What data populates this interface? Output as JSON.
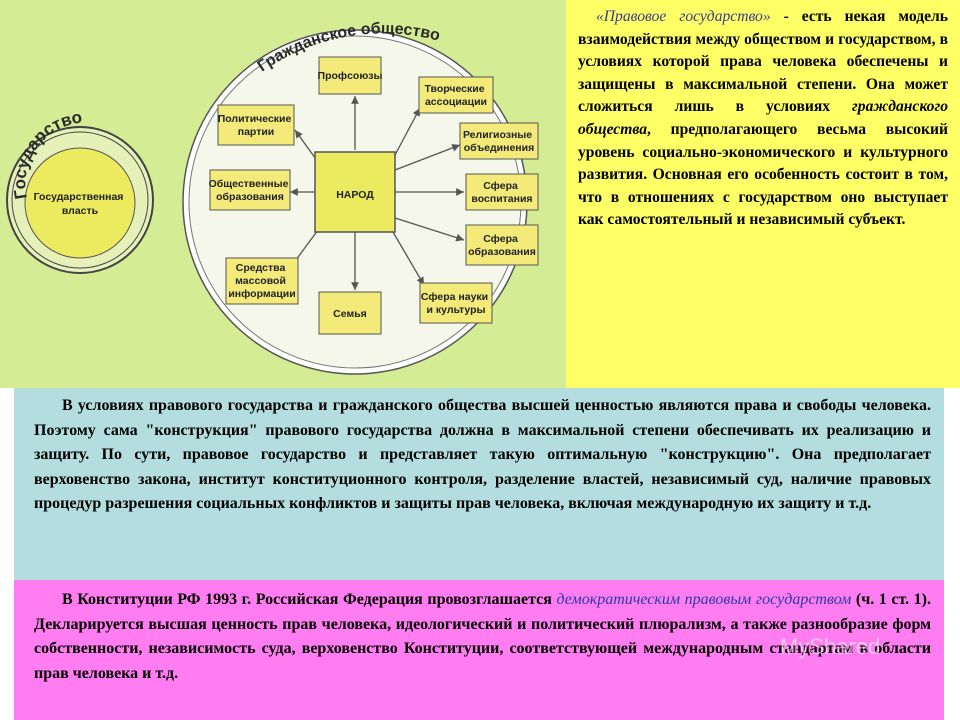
{
  "diagram": {
    "state_arc_label": "Государство",
    "state_power_label": [
      "Государственная",
      "власть"
    ],
    "society_arc_label": "Гражданское общество",
    "center_label": "НАРОД",
    "boxes": {
      "unions": [
        "Профсоюзы"
      ],
      "creative": [
        "Творческие",
        "ассоциации"
      ],
      "religious": [
        "Религиозные",
        "объединения"
      ],
      "upbringing": [
        "Сфера",
        "воспитания"
      ],
      "education": [
        "Сфера",
        "образования"
      ],
      "science": [
        "Сфера науки",
        "и культуры"
      ],
      "family": [
        "Семья"
      ],
      "media": [
        "Средства",
        "массовой",
        "информации"
      ],
      "public_orgs": [
        "Общественные",
        "образования"
      ],
      "parties": [
        "Политические",
        "партии"
      ]
    },
    "colors": {
      "panel": "#d4ec93",
      "box_fill": "#f3ea7a",
      "center_fill": "#ecea5e",
      "line": "#555555"
    }
  },
  "definition": {
    "open_quote": "«",
    "term": "Правовое государство",
    "close_quote": "»",
    "part1": " - есть некая модель взаимодействия между обществом и государством, в условиях которой права человека обеспечены и защищены в максимальной степени. Она может сложиться лишь в условиях ",
    "italic": "гражданского общества",
    "part2": ", предполагающего весьма высокий уровень социально-экономического и культурного развития. Основная его особенность состоит в том, что в отношениях с государством оно выступает как самостоятельный и независимый субъект."
  },
  "blue_paragraph": "В условиях правового государства и гражданского общества высшей ценностью являются права и свободы человека. Поэтому сама \"конструкция\" правового государства должна в максимальной степени обеспечивать их реализацию и защиту. По сути, правовое государство и представляет такую оптимальную \"конструкцию\". Она предполагает верховенство закона, институт конституционного контроля, разделение властей, независимый суд, наличие правовых процедур разрешения социальных конфликтов и защиты прав человека, включая международную их защиту и т.д.",
  "pink_paragraph": {
    "part1": "В Конституции РФ 1993 г. Российская Федерация провозглашается ",
    "highlight": "демократическим правовым государством",
    "part2": " (ч. 1 ст. 1). Декларируется высшая ценность прав человека, идеологический и политический плюрализм, а также разнообразие форм собственности, независимость суда, верховенство Конституции, соответствующей международным стандартам в области прав человека и т.д."
  },
  "watermark": "MyShared"
}
